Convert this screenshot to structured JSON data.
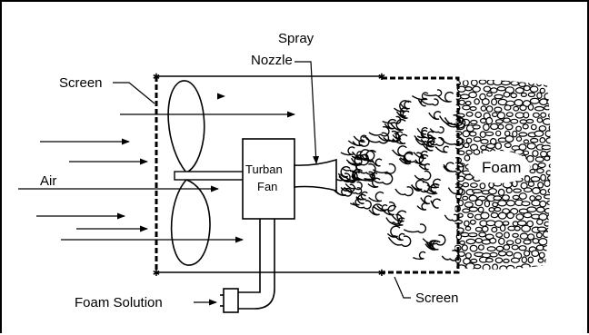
{
  "labels": {
    "screen_left": "Screen",
    "spray_line1": "Spray",
    "spray_line2": "Nozzle",
    "air": "Air",
    "turban_line1": "Turban",
    "turban_line2": "Fan",
    "foam": "Foam",
    "foam_solution": "Foam Solution",
    "screen_right": "Screen"
  }
}
